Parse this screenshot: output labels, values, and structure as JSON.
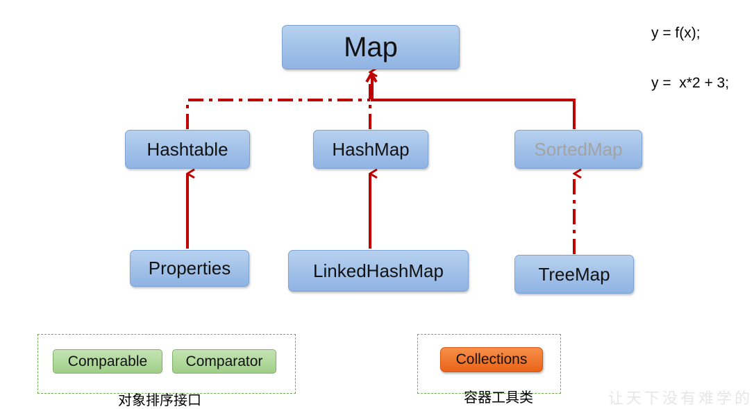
{
  "formula": {
    "line1": "y = f(x);",
    "line2": "y =  x*2 + 3;"
  },
  "nodes": {
    "map": "Map",
    "hashtable": "Hashtable",
    "hashmap": "HashMap",
    "sortedmap": "SortedMap",
    "properties": "Properties",
    "linkedhashmap": "LinkedHashMap",
    "treemap": "TreeMap"
  },
  "sort_group": {
    "comparable": "Comparable",
    "comparator": "Comparator",
    "caption": "对象排序接口"
  },
  "util_group": {
    "collections": "Collections",
    "caption": "容器工具类"
  },
  "watermark": "让天下没有难学的",
  "colors": {
    "arrow": "#c00000",
    "node_fill": "#9dbde8",
    "green_fill": "#a9d595",
    "orange_fill": "#f07a2e",
    "faded_text": "#a3a3a3"
  }
}
